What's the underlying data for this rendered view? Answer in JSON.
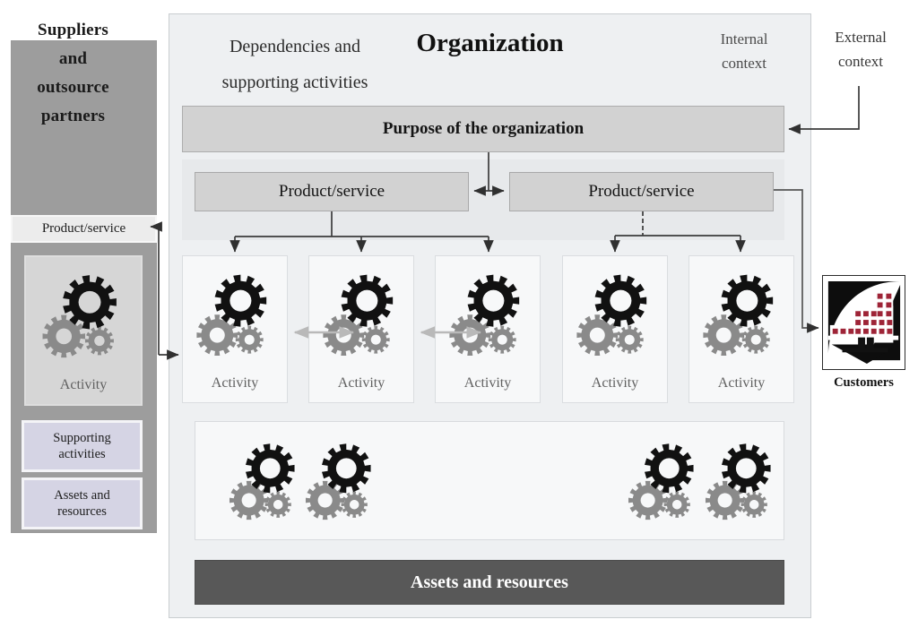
{
  "diagram": {
    "title": "Organization",
    "context_labels": {
      "internal": "Internal\ncontext",
      "internal_line1": "Internal",
      "internal_line2": "context",
      "external_line1": "External",
      "external_line2": "context"
    },
    "purpose_bar": "Purpose of the organization",
    "product_services": [
      {
        "label": "Product/service"
      },
      {
        "label": "Product/service"
      }
    ],
    "activities": [
      {
        "label": "Activity"
      },
      {
        "label": "Activity"
      },
      {
        "label": "Activity"
      },
      {
        "label": "Activity"
      },
      {
        "label": "Activity"
      }
    ],
    "dependencies_band": {
      "line1": "Dependencies and",
      "line2": "supporting activities",
      "gear_cluster_count": 4
    },
    "assets_bar": "Assets and resources",
    "suppliers_panel": {
      "title_line1": "Suppliers",
      "title_line2": "and",
      "title_line3": "outsource",
      "title_line4": "partners",
      "product_chip": "Product/service",
      "activity_label": "Activity",
      "supporting_activities_line1": "Supporting",
      "supporting_activities_line2": "activities",
      "assets_line1": "Assets and",
      "assets_line2": "resources"
    },
    "customers": {
      "label": "Customers",
      "icon": "factory-building-icon"
    },
    "colors": {
      "suppliers_panel_bg": "#9d9d9d",
      "organization_bg": "#eef0f2",
      "purpose_bar_bg": "#d2d2d2",
      "product_service_bg": "#d2d2d2",
      "activity_card_bg": "#f7f8f9",
      "dependencies_bg": "#f7f8f9",
      "assets_bar_bg": "#585858",
      "assets_bar_text": "#ffffff",
      "lavender_box_bg": "#d5d4e4",
      "gear_dark": "#111111",
      "gear_light": "#8a8a8a",
      "customers_window_red": "#9e2437",
      "connector_line": "#3b3b3b"
    }
  }
}
